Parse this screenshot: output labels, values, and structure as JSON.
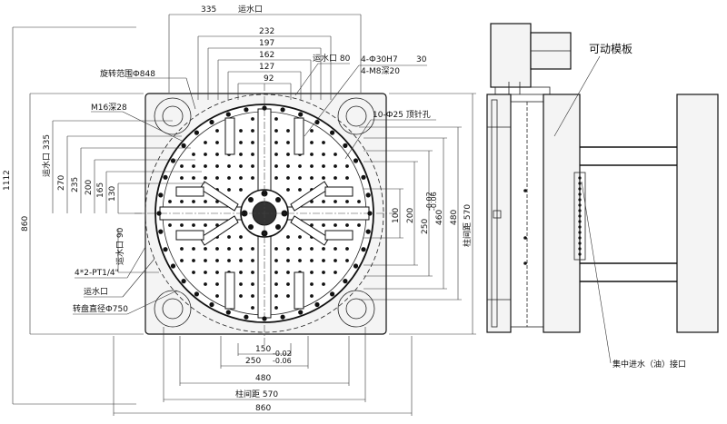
{
  "labels": {
    "water_port_top": "运水口",
    "water_port_right": "运水口 80",
    "rotation_range": "旋转范围Ф848",
    "m16": "M16深28",
    "holes_30": "4-Ф30H7",
    "holes_30_depth": "30",
    "ms20": "4-M8深20",
    "ejector": "10-Ф25 顶针孔",
    "pt": "4*2-PT1/4\"",
    "water_port_bottom": "运水口",
    "turntable_od": "转盘直径Ф750",
    "tiebar_v": "柱间距 570",
    "tiebar_h": "柱间距 570",
    "water_port_left_1": "运水口 335",
    "water_port_left_2": "运水口 90",
    "movable_platen": "可动模板",
    "central_inlet": "集中进水（油）接口"
  },
  "dimensions": {
    "top": [
      "335",
      "232",
      "197",
      "162",
      "127",
      "92"
    ],
    "left": [
      "1112",
      "860",
      "335",
      "270",
      "235",
      "200",
      "165",
      "130",
      "90"
    ],
    "right": [
      "100",
      "200",
      "250",
      "460",
      "480",
      "570"
    ],
    "bottom": [
      "150",
      "250",
      "480",
      "570",
      "860"
    ],
    "tol_plus": "-0.02",
    "tol_minus": "-0.06"
  },
  "icons": {
    "bolt": "bolt-hole-icon",
    "slot": "t-slot-icon"
  }
}
